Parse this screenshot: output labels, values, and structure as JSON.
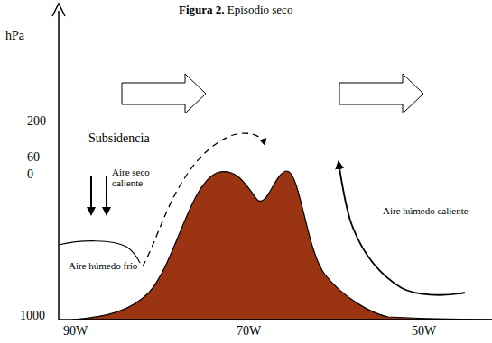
{
  "diagram": {
    "title": "Figura 2. Episodio seco",
    "labels": [
      "hPa",
      "200",
      "60",
      "0",
      "1000",
      "90W",
      "70W",
      "50W",
      "Subsidencia",
      "Aire seco caliente",
      "Aire húmedo frío",
      "Aire húmedo caliente"
    ]
  }
}
